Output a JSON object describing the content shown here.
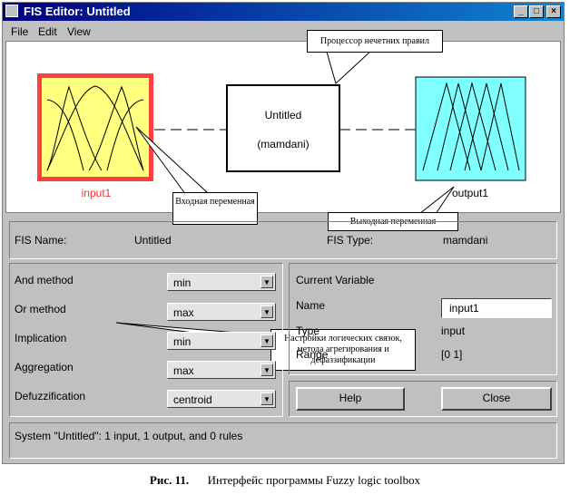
{
  "window": {
    "title": "FIS Editor: Untitled"
  },
  "titlebar_buttons": {
    "minimize": "_",
    "maximize": "□",
    "close": "×"
  },
  "menu": [
    "File",
    "Edit",
    "View"
  ],
  "diagram": {
    "input_label": "input1",
    "output_label": "output1",
    "system_name": "Untitled",
    "system_type": "(mamdani)"
  },
  "callouts": {
    "processor": "Процессор нечетних  правил",
    "input": "Входная переменная",
    "output": "Выходная переменная",
    "methods": "Настройки логических связок, метода агрегирования и дефаззификации"
  },
  "fis_info": {
    "name_label": "FIS Name:",
    "name_value": "Untitled",
    "type_label": "FIS Type:",
    "type_value": "mamdani"
  },
  "methods": {
    "and_label": "And method",
    "and_value": "min",
    "or_label": "Or method",
    "or_value": "max",
    "implication_label": "Implication",
    "implication_value": "min",
    "aggregation_label": "Aggregation",
    "aggregation_value": "max",
    "defuzz_label": "Defuzzification",
    "defuzz_value": "centroid"
  },
  "current_variable": {
    "header": "Current Variable",
    "name_label": "Name",
    "name_value": "input1",
    "type_label": "Type",
    "type_value": "input",
    "range_label": "Range",
    "range_value": "[0 1]"
  },
  "buttons": {
    "help": "Help",
    "close": "Close"
  },
  "status": "System \"Untitled\": 1 input, 1 output, and 0 rules",
  "caption": {
    "prefix": "Рис. 11.",
    "text": "Интерфейс программы  Fuzzy logic toolbox"
  },
  "colors": {
    "input_fill": "#ffff80",
    "input_border": "#ff4040",
    "output_fill": "#80ffff",
    "title_bar": "#000080"
  },
  "icons": [
    "window-icon",
    "dropdown-arrow-icon"
  ]
}
